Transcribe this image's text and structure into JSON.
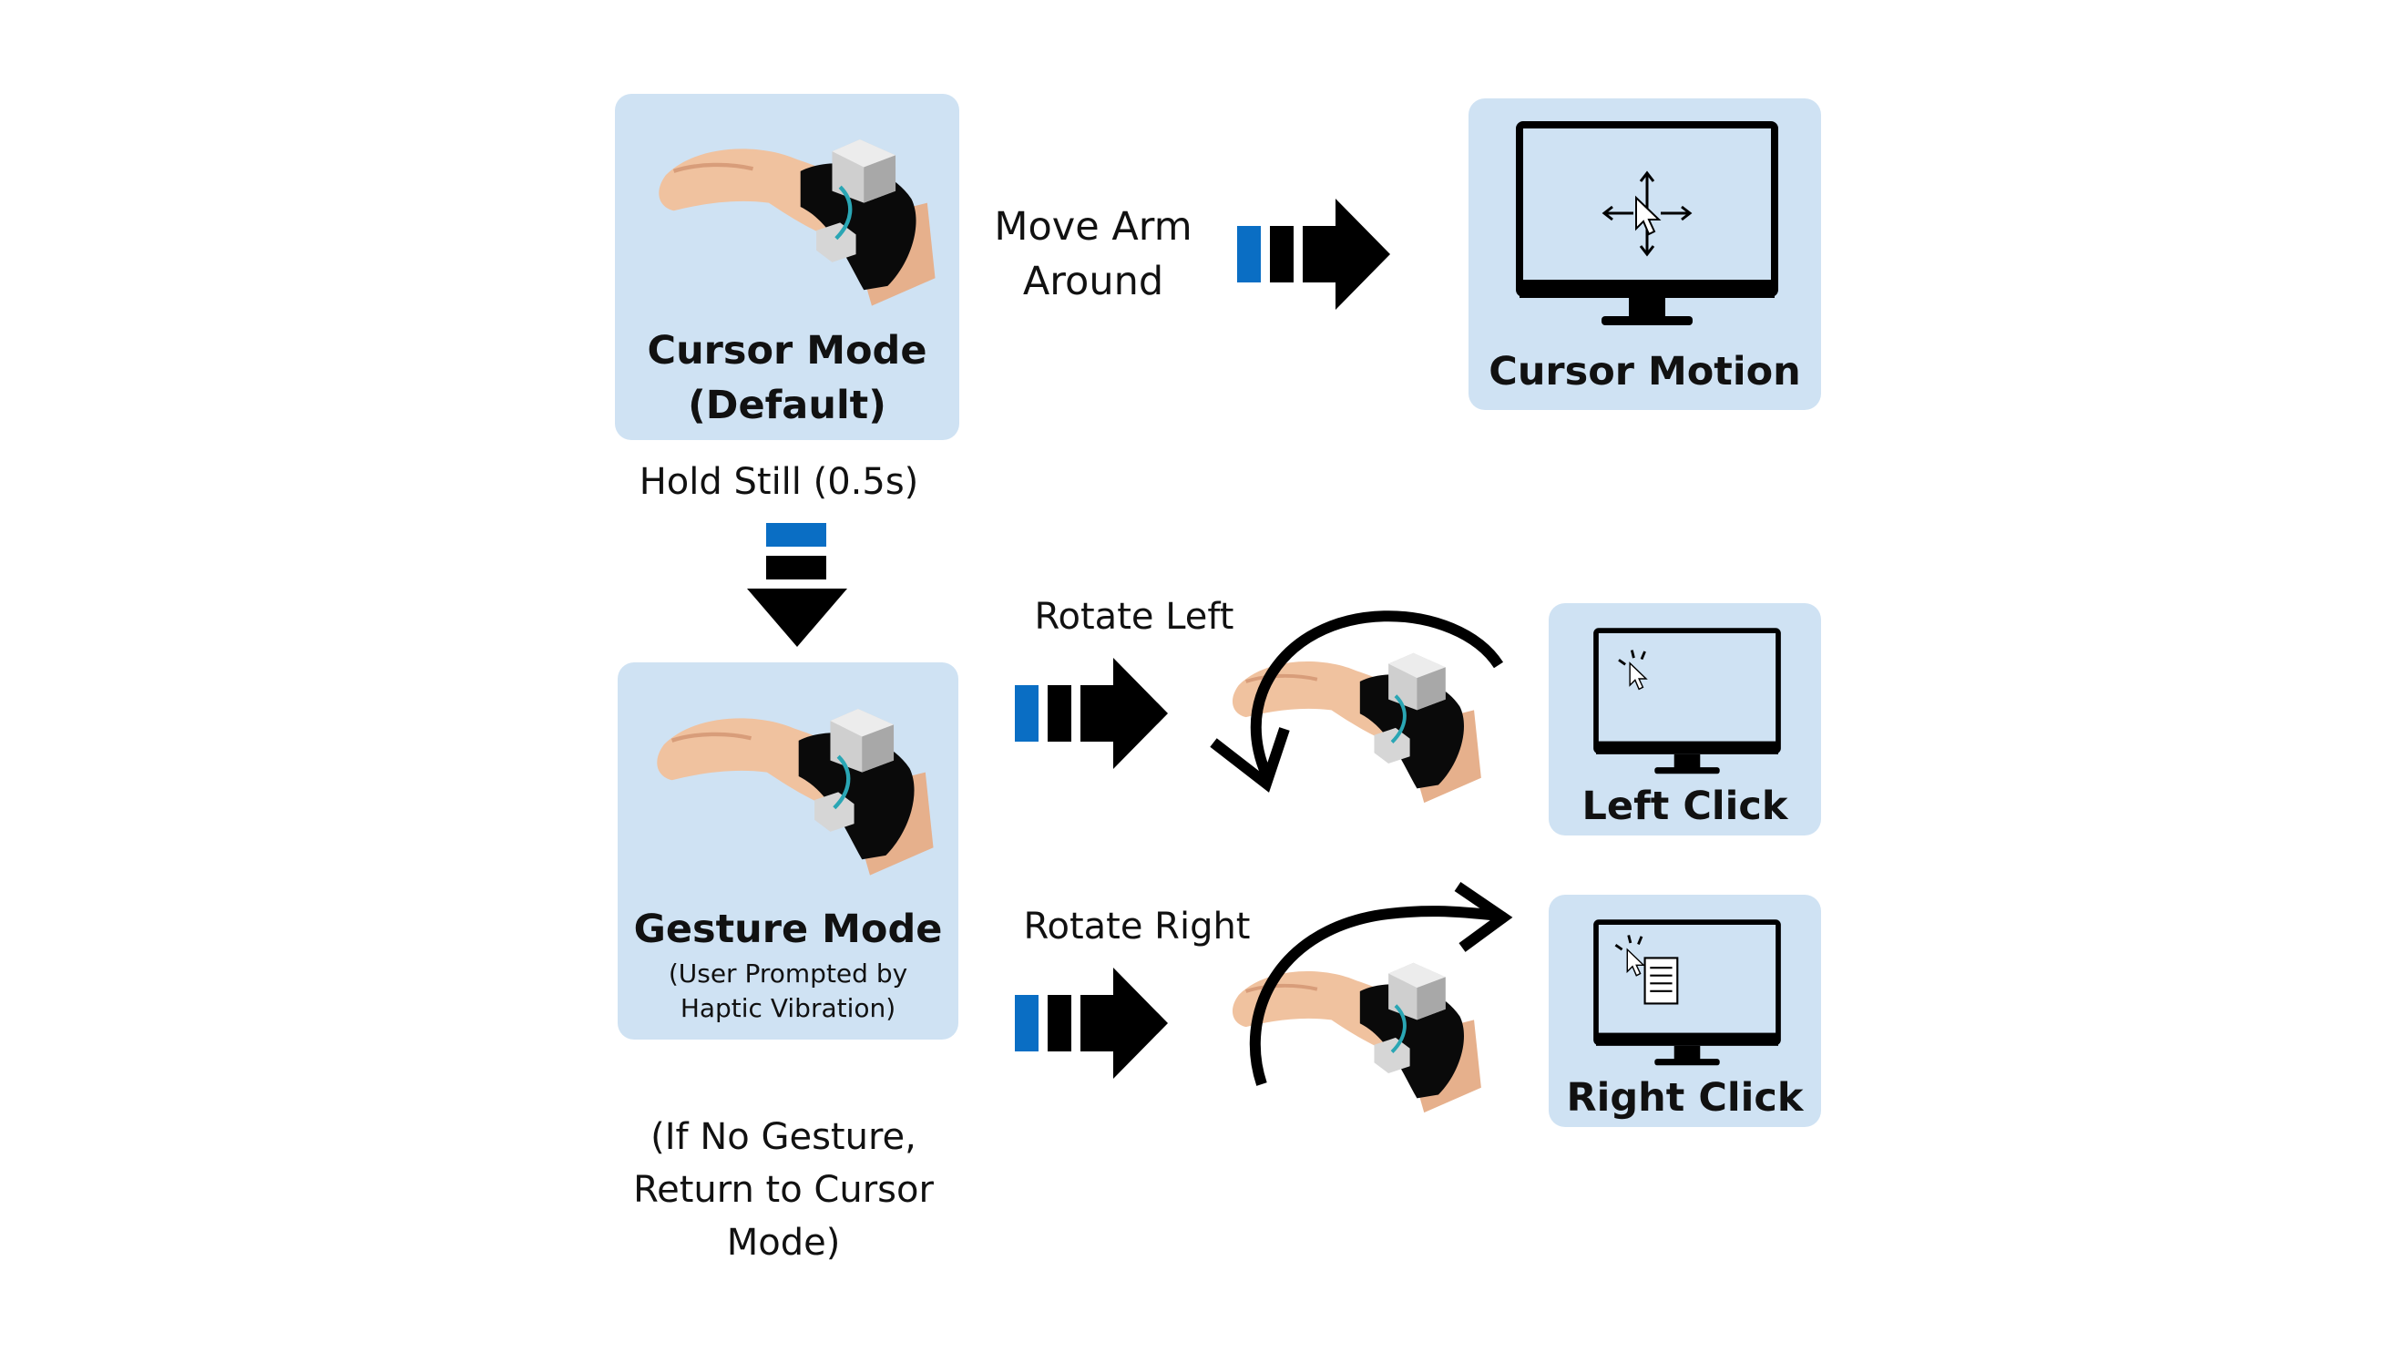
{
  "cursor_mode": {
    "title": "Cursor Mode",
    "subtitle": "(Default)"
  },
  "move_arm": {
    "line1": "Move Arm",
    "line2": "Around"
  },
  "cursor_motion": {
    "label": "Cursor Motion"
  },
  "hold_still": {
    "label": "Hold Still (0.5s)"
  },
  "gesture_mode": {
    "title": "Gesture Mode",
    "note1": "(User Prompted by",
    "note2": "Haptic Vibration)"
  },
  "rotate_left": {
    "label": "Rotate Left"
  },
  "rotate_right": {
    "label": "Rotate Right"
  },
  "left_click": {
    "label": "Left Click"
  },
  "right_click": {
    "label": "Right Click"
  },
  "no_gesture": {
    "line1": "(If No Gesture,",
    "line2": "Return to Cursor",
    "line3": "Mode)"
  },
  "colors": {
    "panel": "#cfe2f3",
    "accent_blue": "#0a6ec4",
    "black": "#000000",
    "skin": "#e8b894"
  },
  "icons": [
    "wrist-device-image",
    "monitor-icon",
    "cursor-icon",
    "flow-arrow-icon",
    "rotate-arrow-icon",
    "document-icon"
  ]
}
